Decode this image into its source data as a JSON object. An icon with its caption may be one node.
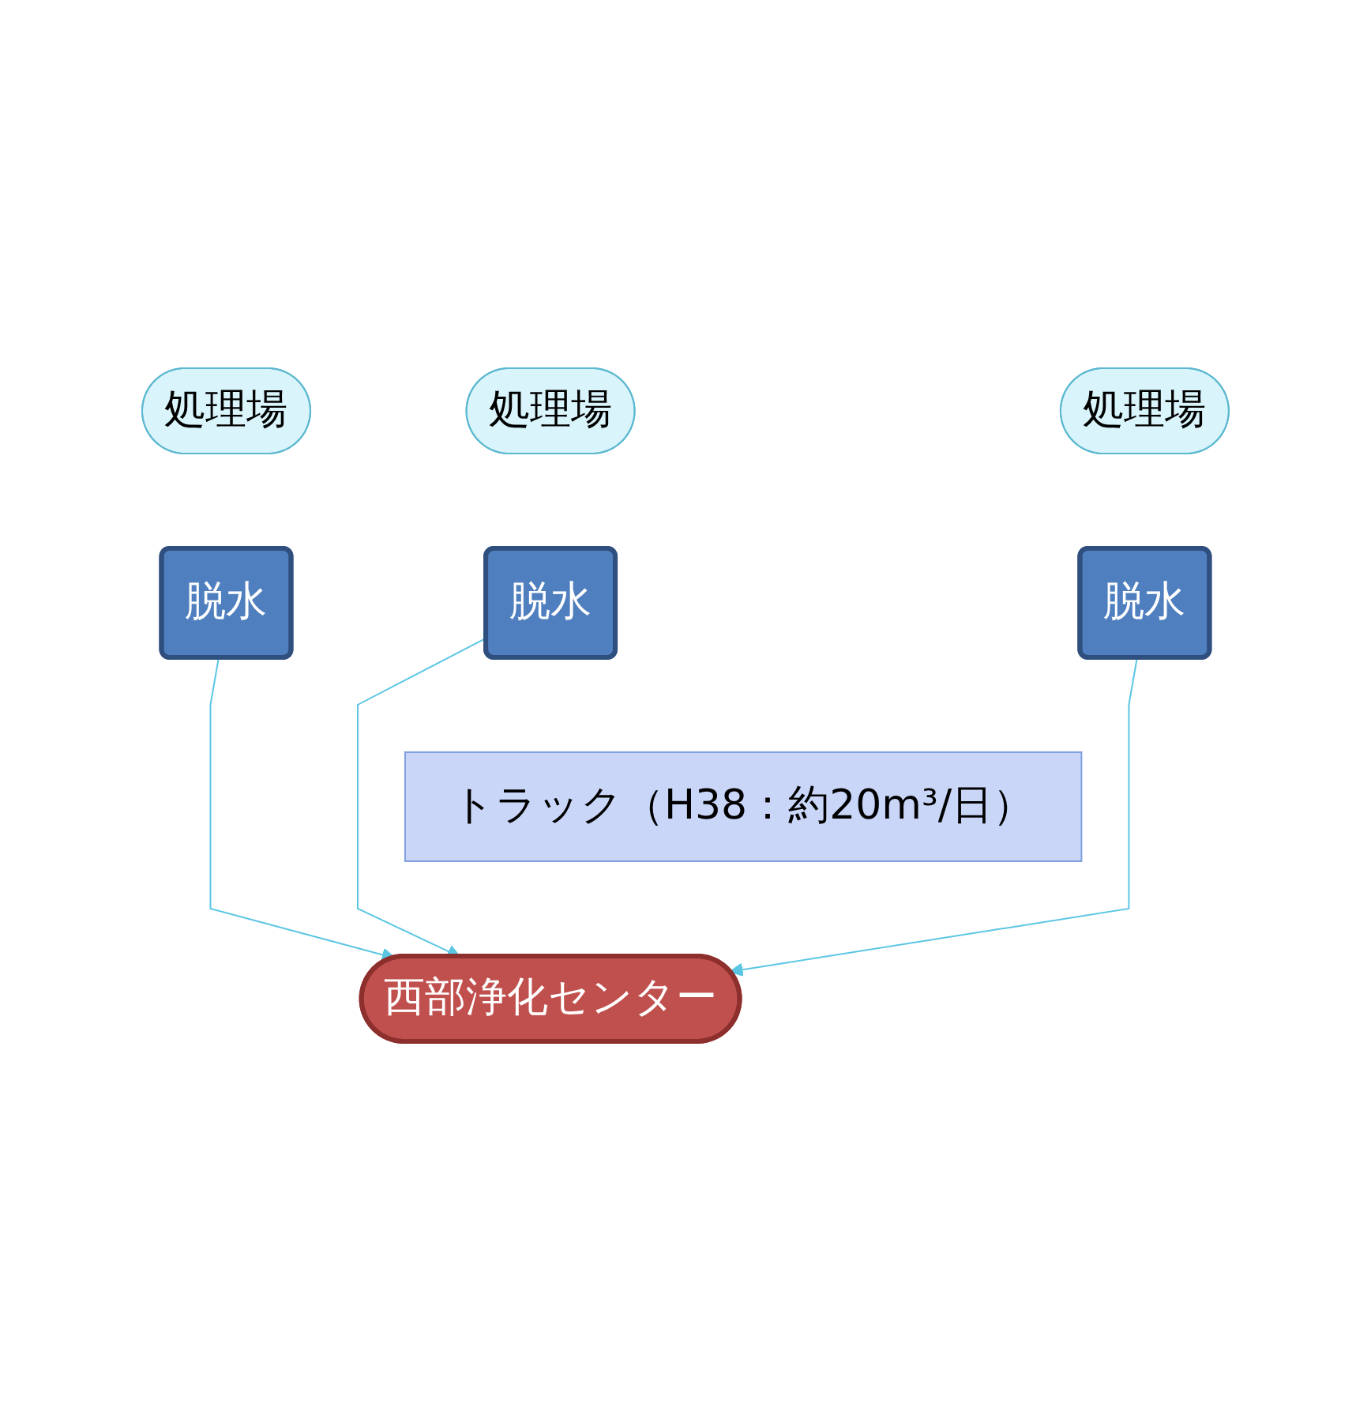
{
  "diagram": {
    "nodes": [
      {
        "text": [
          "処理場"
        ]
      },
      {
        "text": [
          "脱水"
        ]
      },
      {
        "text": [
          "処理場"
        ]
      },
      {
        "text": [
          "脱水"
        ]
      },
      {
        "text": [
          "処理場"
        ]
      },
      {
        "text": [
          "脱水"
        ]
      },
      {
        "text": [
          "トラック（H38：約20m³/日）"
        ]
      },
      {
        "text": [
          "西部浄化センター"
        ]
      }
    ],
    "edges": [
      {
        "from": 1,
        "to": 7,
        "arrow": "to"
      },
      {
        "from": 3,
        "to": 7,
        "arrow": "to"
      },
      {
        "from": 5,
        "to": 7,
        "arrow": "to"
      }
    ]
  }
}
